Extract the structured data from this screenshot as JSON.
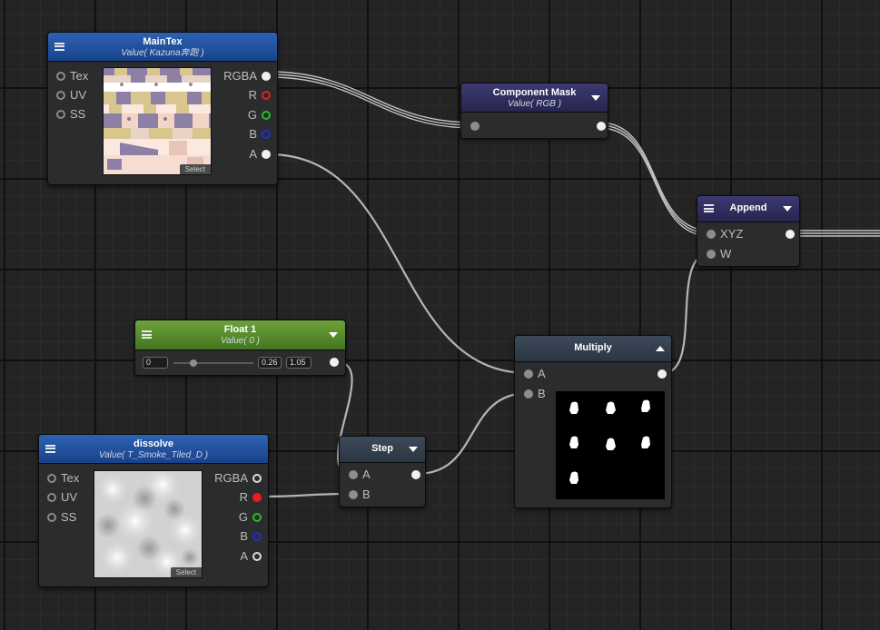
{
  "nodes": {
    "maintex": {
      "title": "MainTex",
      "subtitle": "Value( Kazuna奔跑 )",
      "inputs": [
        "Tex",
        "UV",
        "SS"
      ],
      "outputs": [
        "RGBA",
        "R",
        "G",
        "B",
        "A"
      ],
      "select_label": "Select"
    },
    "component_mask": {
      "title": "Component Mask",
      "subtitle": "Value( RGB )"
    },
    "append": {
      "title": "Append",
      "inputs": [
        "XYZ",
        "W"
      ]
    },
    "float1": {
      "title": "Float 1",
      "subtitle": "Value( 0 )",
      "min": "0",
      "value": "0.26",
      "max": "1.05",
      "slider_fraction": 0.25
    },
    "multiply": {
      "title": "Multiply",
      "inputs": [
        "A",
        "B"
      ]
    },
    "dissolve": {
      "title": "dissolve",
      "subtitle": "Value( T_Smoke_Tiled_D )",
      "inputs": [
        "Tex",
        "UV",
        "SS"
      ],
      "outputs": [
        "RGBA",
        "R",
        "G",
        "B",
        "A"
      ],
      "select_label": "Select"
    },
    "step": {
      "title": "Step",
      "inputs": [
        "A",
        "B"
      ]
    }
  },
  "colors": {
    "header_texture": "#1f4e9e",
    "header_purple": "#2f2e5e",
    "header_float": "#5a8c2d",
    "header_operator": "#344150",
    "wire": "#cfcfcf",
    "port_red": "#e02020",
    "port_green": "#22c022",
    "port_blue": "#2030d0"
  }
}
